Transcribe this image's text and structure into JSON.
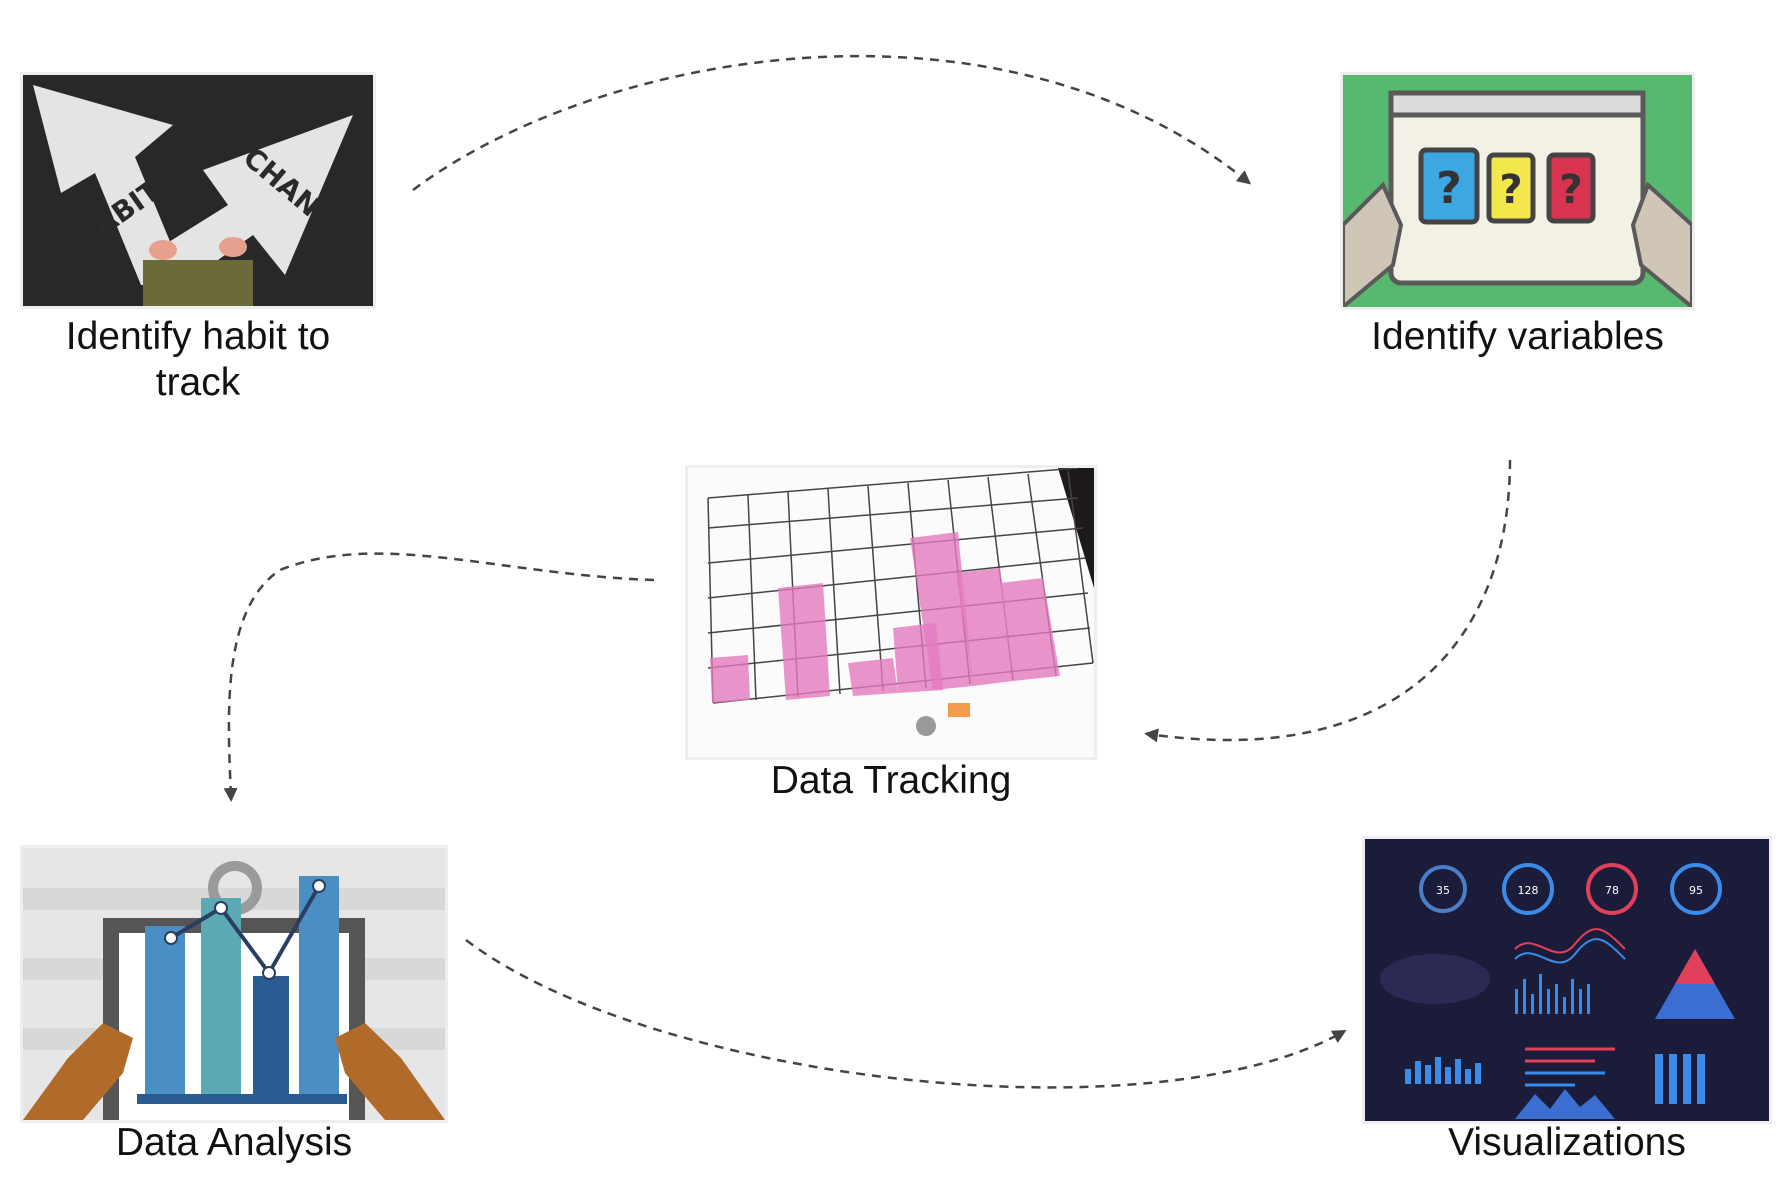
{
  "steps": {
    "habit": {
      "caption_line1": "Identify habit to",
      "caption_line2": "track",
      "image_text_1": "HABITS",
      "image_text_2": "CHANGES"
    },
    "variables": {
      "caption": "Identify variables",
      "image_symbol": "?"
    },
    "tracking": {
      "caption": "Data Tracking"
    },
    "analysis": {
      "caption": "Data Analysis"
    },
    "visualizations": {
      "caption": "Visualizations",
      "gauge_values": [
        "35",
        "128",
        "78",
        "95"
      ]
    }
  },
  "colors": {
    "arrow": "#444444",
    "pink": "#e37bbf",
    "green": "#57b86f",
    "navy": "#1b1b3a"
  },
  "icons": [
    "arrow-head-icon"
  ]
}
